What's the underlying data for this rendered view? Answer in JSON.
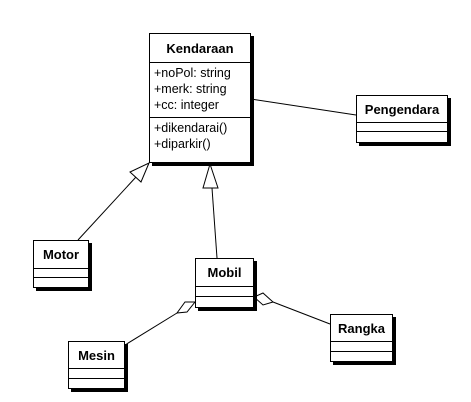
{
  "diagram": {
    "classes": {
      "kendaraan": {
        "name": "Kendaraan",
        "attributes": [
          "+noPol: string",
          "+merk: string",
          "+cc: integer"
        ],
        "operations": [
          "+dikendarai()",
          "+diparkir()"
        ]
      },
      "pengendara": {
        "name": "Pengendara"
      },
      "motor": {
        "name": "Motor"
      },
      "mobil": {
        "name": "Mobil"
      },
      "rangka": {
        "name": "Rangka"
      },
      "mesin": {
        "name": "Mesin"
      }
    },
    "relationships": [
      {
        "type": "association",
        "from": "Kendaraan",
        "to": "Pengendara"
      },
      {
        "type": "generalization",
        "from": "Motor",
        "to": "Kendaraan"
      },
      {
        "type": "generalization",
        "from": "Mobil",
        "to": "Kendaraan"
      },
      {
        "type": "aggregation",
        "whole": "Mobil",
        "part": "Mesin"
      },
      {
        "type": "aggregation",
        "whole": "Mobil",
        "part": "Rangka"
      }
    ],
    "colors": {
      "line": "#000000",
      "fill": "#ffffff",
      "shadow": "#000000"
    }
  }
}
